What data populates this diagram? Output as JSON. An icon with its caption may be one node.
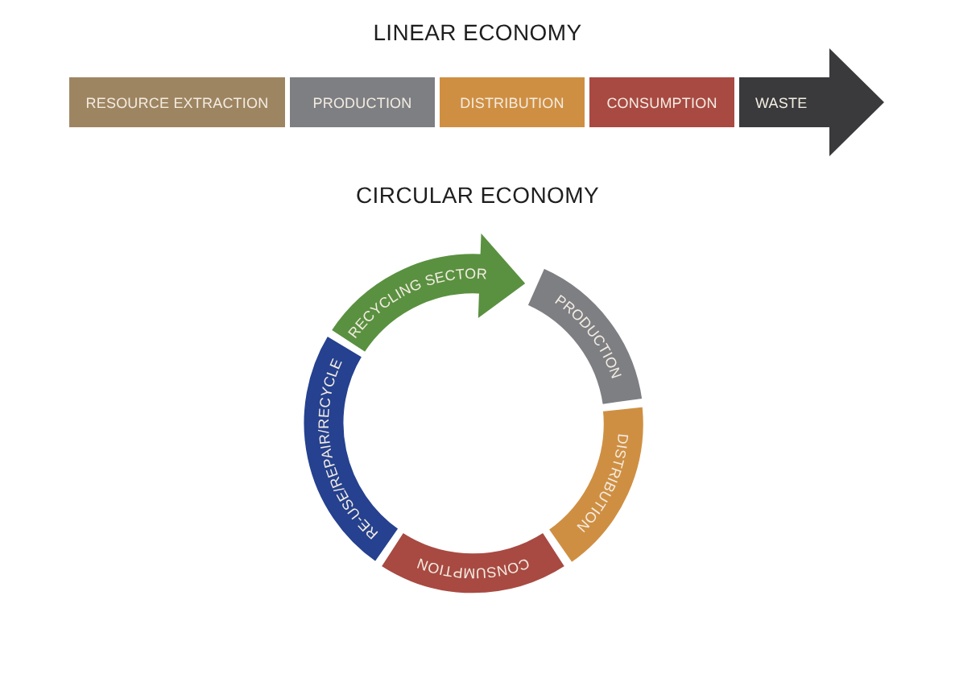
{
  "diagram": {
    "title": "LINEAR ECONOMY",
    "nodes": [
      {
        "text": [
          "RESOURCE EXTRACTION"
        ]
      },
      {
        "text": [
          "PRODUCTION"
        ]
      },
      {
        "text": [
          "DISTRIBUTION"
        ]
      },
      {
        "text": [
          "CONSUMPTION"
        ]
      },
      {
        "text": [
          "WASTE"
        ]
      },
      {
        "text": [
          "RECYCLING SECTOR"
        ]
      },
      {
        "text": [
          "PRODUCTION"
        ]
      },
      {
        "text": [
          "DISTRIBUTION"
        ]
      },
      {
        "text": [
          "CONSUMPTION"
        ]
      },
      {
        "text": [
          "RE-USE/REPAIR/RECYCLE"
        ]
      }
    ],
    "labels": [
      "CIRCULAR ECONOMY"
    ]
  }
}
